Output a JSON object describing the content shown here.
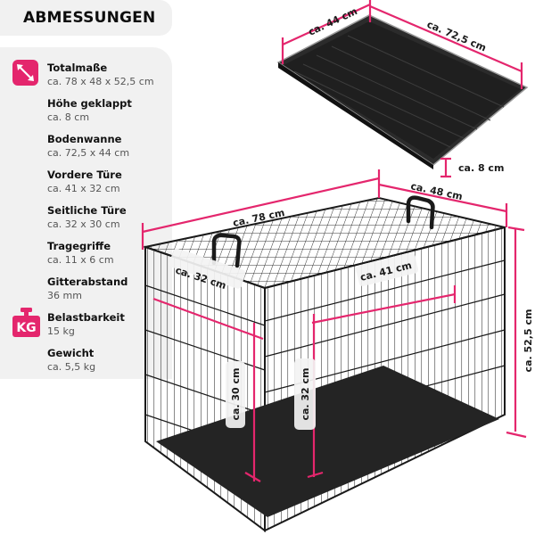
{
  "header": {
    "title": "ABMESSUNGEN"
  },
  "colors": {
    "accent": "#e4266d",
    "panel_bg": "#f1f1f1",
    "crate": "#1e1e1e"
  },
  "specs": [
    {
      "label": "Totalmaße",
      "value": "ca. 78 x 48 x 52,5 cm",
      "icon": "diagonal-arrows-icon"
    },
    {
      "label": "Höhe geklappt",
      "value": "ca. 8 cm"
    },
    {
      "label": "Bodenwanne",
      "value": "ca. 72,5 x 44 cm"
    },
    {
      "label": "Vordere Türe",
      "value": "ca. 41 x 32 cm"
    },
    {
      "label": "Seitliche Türe",
      "value": "ca. 32 x 30 cm"
    },
    {
      "label": "Tragegriffe",
      "value": "ca. 11 x 6 cm"
    },
    {
      "label": "Gitterabstand",
      "value": "36 mm"
    },
    {
      "label": "Belastbarkeit",
      "value": "15 kg",
      "icon": "weight-kg-icon",
      "icon_text": "KG"
    },
    {
      "label": "Gewicht",
      "value": "ca. 5,5 kg"
    }
  ],
  "folded_crate": {
    "width_label": "ca. 44 cm",
    "length_label": "ca. 72,5 cm",
    "height_label": "ca. 8 cm"
  },
  "crate": {
    "length_label": "ca. 78 cm",
    "depth_label": "ca. 48 cm",
    "height_label": "ca. 52,5 cm",
    "side_door_width_label": "ca. 32 cm",
    "front_door_width_label": "ca. 41 cm",
    "side_door_height_label": "ca. 30 cm",
    "front_door_height_label": "ca. 32 cm"
  }
}
